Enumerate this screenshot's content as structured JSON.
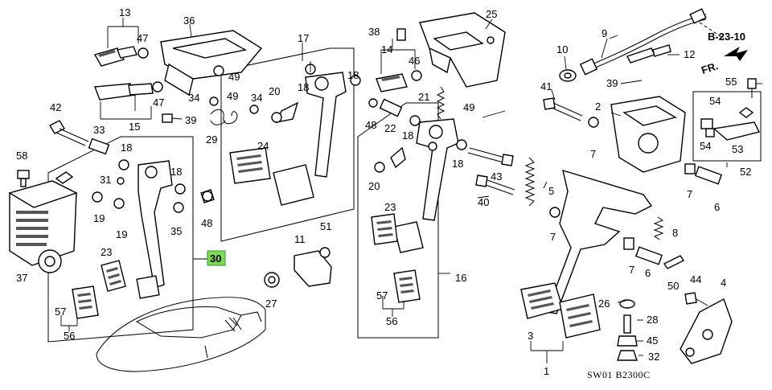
{
  "diagram": {
    "code": "SW01  B2300C",
    "direction_label": "FR.",
    "ref_label": "B-23-10",
    "highlight_color": "#7ed957",
    "highlighted_part": "30",
    "parts": {
      "p1": "1",
      "p2": "2",
      "p3": "3",
      "p4": "4",
      "p5": "5",
      "p6": "6",
      "p6b": "6",
      "p7a": "7",
      "p7b": "7",
      "p7c": "7",
      "p7d": "7",
      "p8": "8",
      "p9": "9",
      "p10": "10",
      "p11": "11",
      "p12": "12",
      "p13": "13",
      "p14": "14",
      "p15": "15",
      "p16": "16",
      "p17": "17",
      "p18a": "18",
      "p18b": "18",
      "p18c": "18",
      "p18d": "18",
      "p18e": "18",
      "p19a": "19",
      "p19b": "19",
      "p20a": "20",
      "p20b": "20",
      "p21": "21",
      "p22": "22",
      "p23a": "23",
      "p23b": "23",
      "p24": "24",
      "p25": "25",
      "p26": "26",
      "p27": "27",
      "p28": "28",
      "p29": "29",
      "p30": "30",
      "p31": "31",
      "p32": "32",
      "p33": "33",
      "p34a": "34",
      "p34b": "34",
      "p35": "35",
      "p36": "36",
      "p37": "37",
      "p38": "38",
      "p39a": "39",
      "p39b": "39",
      "p40": "40",
      "p41": "41",
      "p42": "42",
      "p43": "43",
      "p44": "44",
      "p45": "45",
      "p46": "46",
      "p47a": "47",
      "p47b": "47",
      "p48a": "48",
      "p48b": "48",
      "p49a": "49",
      "p49b": "49",
      "p50": "50",
      "p51": "51",
      "p52": "52",
      "p53": "53",
      "p54a": "54",
      "p54b": "54",
      "p55": "55",
      "p56a": "56",
      "p56b": "56",
      "p57a": "57",
      "p57b": "57",
      "p58": "58"
    }
  }
}
